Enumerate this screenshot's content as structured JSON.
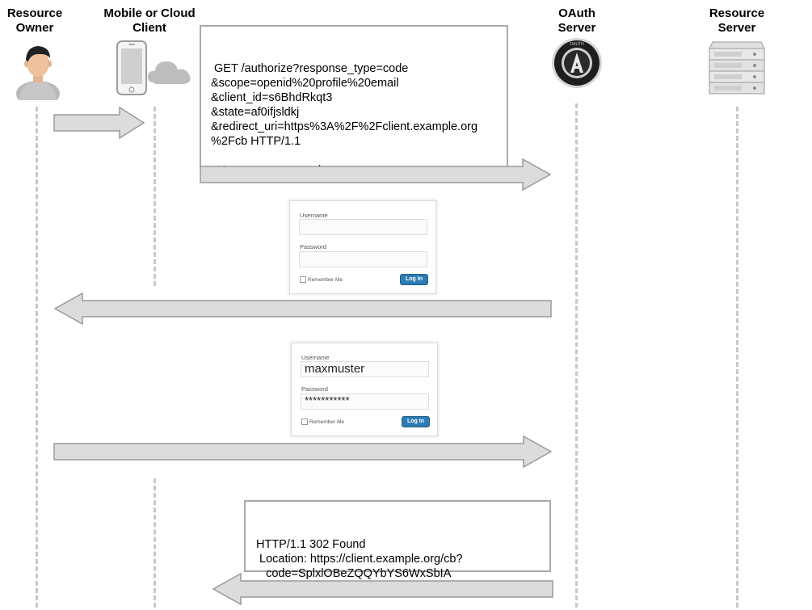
{
  "actors": [
    {
      "name_line1": "Resource",
      "name_line2": "Owner",
      "icon": "user-icon"
    },
    {
      "name_line1": "Mobile or Cloud",
      "name_line2": "Client",
      "icon": "phone-cloud-icon"
    },
    {
      "name_line1": "OAuth",
      "name_line2": "Server",
      "icon": "oauth-logo-icon"
    },
    {
      "name_line1": "Resource",
      "name_line2": "Server",
      "icon": "server-rack-icon"
    }
  ],
  "oauth_logo_text": "OAUTH",
  "messages": {
    "authorize_request": " GET /authorize?response_type=code\n&scope=openid%20profile%20email\n&client_id=s6BhdRkqt3\n&state=af0ifjsldkj\n&redirect_uri=https%3A%2F%2Fclient.example.org\n%2Fcb HTTP/1.1\n\n  Host: server.example.com",
    "redirect_response": "HTTP/1.1 302 Found\n Location: https://client.example.org/cb?\n   code=SplxlOBeZQQYbYS6WxSbIA\n   &state=af0ifjsldkj"
  },
  "login_form_empty": {
    "username_label": "Username",
    "password_label": "Password",
    "username_value": "",
    "password_value": "",
    "remember_label": "Remember Me",
    "login_label": "Log In"
  },
  "login_form_filled": {
    "username_label": "Username",
    "password_label": "Password",
    "username_value": "maxmuster",
    "password_value": "***********",
    "remember_label": "Remember Me",
    "login_label": "Log In"
  },
  "colors": {
    "arrow_fill": "#dcdcdc",
    "arrow_stroke": "#9a9a9a",
    "lifeline": "#c8c8c8",
    "login_button": "#2e7cb3"
  }
}
